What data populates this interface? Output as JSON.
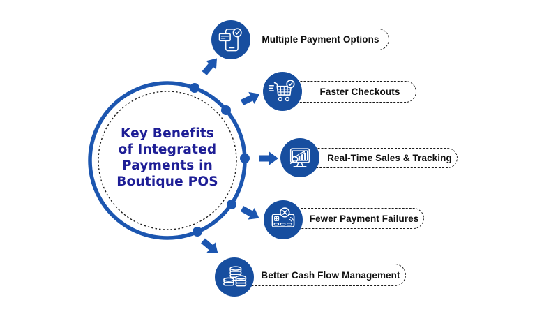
{
  "title": {
    "lines": [
      "Key Benefits",
      "of Integrated",
      "Payments in",
      "Boutique POS"
    ]
  },
  "benefits": [
    {
      "label": "Multiple Payment Options",
      "icon": "phone-payment-check-icon"
    },
    {
      "label": "Faster Checkouts",
      "icon": "cart-check-icon"
    },
    {
      "label": "Real-Time Sales & Tracking",
      "icon": "monitor-analytics-icon"
    },
    {
      "label": "Fewer Payment Failures",
      "icon": "card-declined-icon"
    },
    {
      "label": "Better Cash Flow Management",
      "icon": "coin-stacks-icon"
    }
  ],
  "colors": {
    "ring_blue": "#1c56b0",
    "icon_blue": "#174e9f",
    "title_navy": "#1e1e96",
    "label_text": "#101010",
    "background": "#ffffff"
  }
}
